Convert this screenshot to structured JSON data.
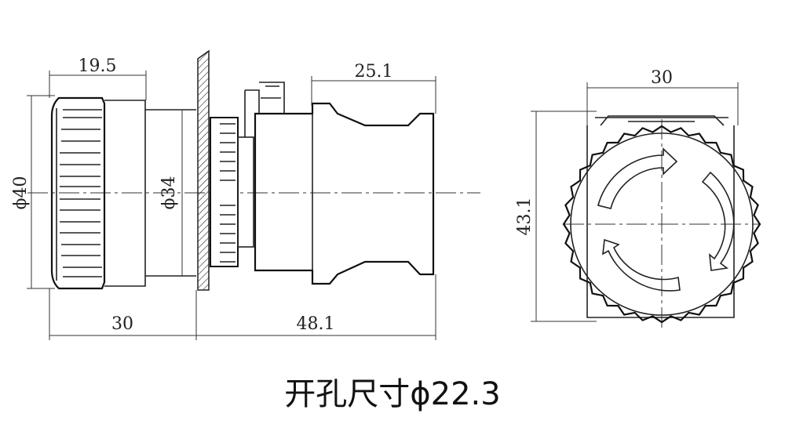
{
  "dimensions": {
    "top_left": "19.5",
    "top_mid": "25.1",
    "right_top": "30",
    "left_dia": "ϕ40",
    "mid_dia": "ϕ34",
    "right_height": "43.1",
    "bottom_left": "30",
    "bottom_mid": "48.1"
  },
  "caption": "开孔尺寸ϕ22.3"
}
